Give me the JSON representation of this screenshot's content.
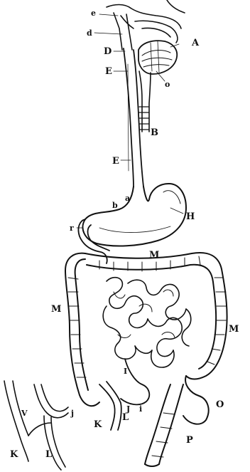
{
  "labels": {
    "e_top": "e",
    "d": "d",
    "A": "A",
    "D": "D",
    "E_upper": "E",
    "o_pharynx": "o",
    "B": "B",
    "E_mid": "E",
    "a": "a",
    "b": "b",
    "H": "H",
    "r": "r",
    "M_top": "M",
    "M_left": "M",
    "M_right": "M",
    "I": "I",
    "J_lower": "J",
    "i": "i",
    "K_main": "K",
    "L_main": "L",
    "O": "O",
    "P": "P",
    "V": "V",
    "j_inset": "j",
    "K_inset": "K",
    "L_inset": "L"
  }
}
